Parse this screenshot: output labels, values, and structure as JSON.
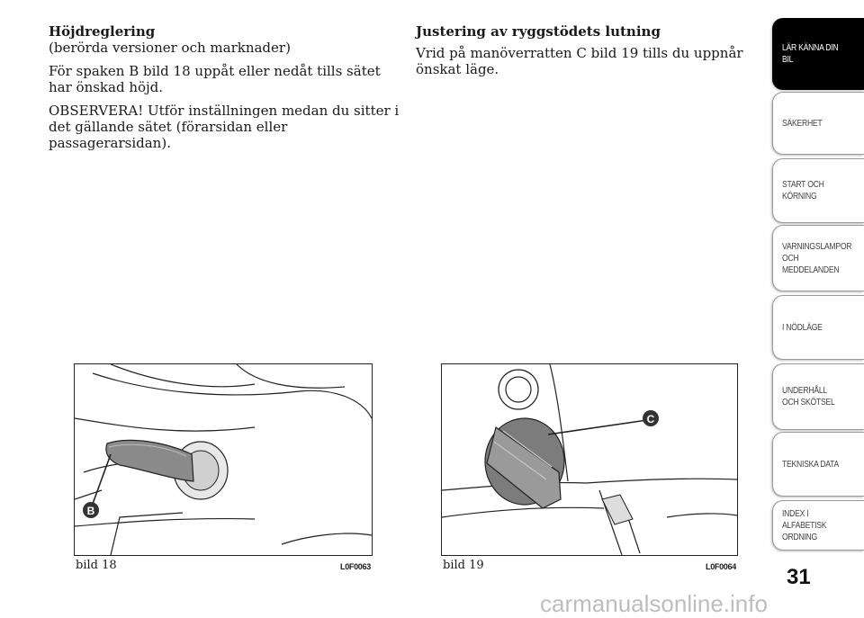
{
  "left": {
    "heading": "Höjdreglering",
    "subheading": "(berörda versioner och marknader)",
    "para1": "För spaken B bild 18 uppåt eller nedåt tills sätet har önskad höjd.",
    "para2": "OBSERVERA! Utför inställningen medan du sitter i det gällande sätet (förarsidan eller passagerarsidan)."
  },
  "right": {
    "heading": "Justering av ryggstödets lutning",
    "para1": "Vrid på manöverratten C bild 19 tills du uppnår önskat läge."
  },
  "figures": [
    {
      "caption": "bild 18",
      "code": "L0F0063",
      "callout": "B"
    },
    {
      "caption": "bild 19",
      "code": "L0F0064",
      "callout": "C"
    }
  ],
  "sidebar": {
    "tabs": [
      {
        "label": "LÄR KÄNNA DIN BIL",
        "active": true
      },
      {
        "label": "SÄKERHET",
        "active": false
      },
      {
        "label": "START OCH KÖRNING",
        "active": false
      },
      {
        "label": "VARNINGSLAMPOR OCH MEDDELANDEN",
        "active": false
      },
      {
        "label": "I NÖDLÄGE",
        "active": false
      },
      {
        "label": "UNDERHÅLL OCH SKÖTSEL",
        "active": false
      },
      {
        "label": "TEKNISKA DATA",
        "active": false
      },
      {
        "label": "INDEX I ALFABETISK ORDNING",
        "active": false
      }
    ]
  },
  "page_number": "31",
  "watermark": "carmanualsonline.info",
  "colors": {
    "active_tab": "#000000",
    "callout": "#333333"
  }
}
